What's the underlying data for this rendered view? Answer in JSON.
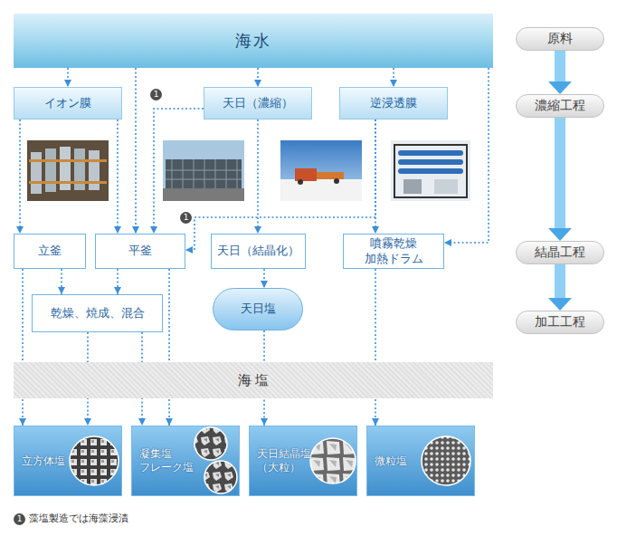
{
  "diagram": {
    "nodes": [
      {
        "text": [
          "海水"
        ]
      },
      {
        "text": [
          "イオン膜"
        ]
      },
      {
        "text": [
          "天日（濃縮）"
        ]
      },
      {
        "text": [
          "逆浸透膜"
        ]
      },
      {
        "text": [
          "立釜"
        ]
      },
      {
        "text": [
          "平釜"
        ]
      },
      {
        "text": [
          "天日（結晶化）"
        ]
      },
      {
        "text": [
          "噴霧乾燥 加熱ドラム"
        ]
      },
      {
        "text": [
          "乾燥、焼成、混合"
        ]
      },
      {
        "text": [
          "天日塩"
        ]
      },
      {
        "text": [
          "海 塩"
        ]
      },
      {
        "text": [
          "立方体塩"
        ]
      },
      {
        "text": [
          "凝集塩 フレーク塩"
        ]
      },
      {
        "text": [
          "天日結晶塩 （大粒）"
        ]
      },
      {
        "text": [
          "微粒塩"
        ]
      },
      {
        "text": [
          "原料"
        ]
      },
      {
        "text": [
          "濃縮工程"
        ]
      },
      {
        "text": [
          "結晶工程"
        ]
      },
      {
        "text": [
          "加工工程"
        ]
      }
    ],
    "edges": [
      {
        "from": 0,
        "to": 1,
        "arrow": "to"
      },
      {
        "from": 0,
        "to": 5,
        "arrow": "to"
      },
      {
        "from": 0,
        "to": 2,
        "arrow": "to"
      },
      {
        "from": 0,
        "to": 3,
        "arrow": "to"
      },
      {
        "from": 0,
        "to": 7,
        "arrow": "to"
      },
      {
        "from": 1,
        "to": 4,
        "arrow": "to"
      },
      {
        "from": 1,
        "to": 5,
        "arrow": "to"
      },
      {
        "from": 2,
        "to": 5,
        "arrow": "to"
      },
      {
        "from": 2,
        "to": 6,
        "arrow": "to"
      },
      {
        "from": 3,
        "to": 7,
        "arrow": "to"
      },
      {
        "from": 3,
        "to": 5,
        "arrow": "to"
      },
      {
        "from": 4,
        "to": 8,
        "arrow": "to"
      },
      {
        "from": 5,
        "to": 8,
        "arrow": "to"
      },
      {
        "from": 6,
        "to": 9,
        "arrow": "to"
      },
      {
        "from": 4,
        "to": 11,
        "arrow": "to"
      },
      {
        "from": 8,
        "to": 11,
        "arrow": "to"
      },
      {
        "from": 8,
        "to": 12,
        "arrow": "to"
      },
      {
        "from": 5,
        "to": 12,
        "arrow": "to"
      },
      {
        "from": 9,
        "to": 13,
        "arrow": "to"
      },
      {
        "from": 7,
        "to": 14,
        "arrow": "to"
      },
      {
        "from": 15,
        "to": 16,
        "arrow": "to"
      },
      {
        "from": 16,
        "to": 17,
        "arrow": "to"
      },
      {
        "from": 17,
        "to": 18,
        "arrow": "to"
      }
    ],
    "labels": [
      "1",
      "1",
      "1",
      "藻塩製造では海藻浸漬"
    ]
  }
}
